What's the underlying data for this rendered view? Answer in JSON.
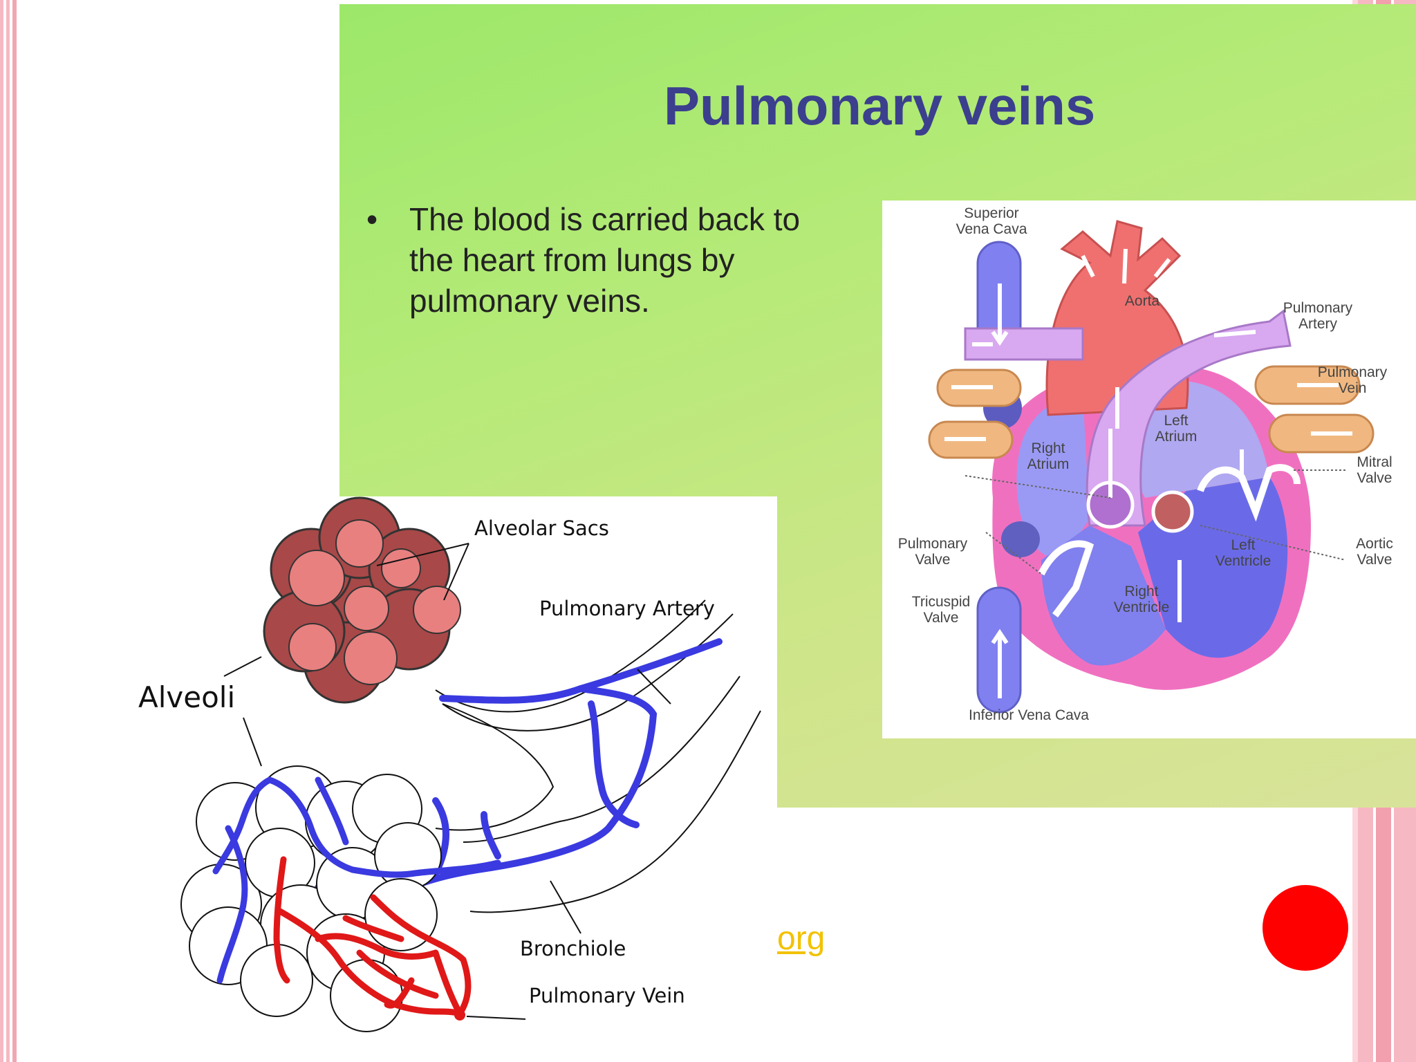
{
  "slide": {
    "title": "Pulmonary veins",
    "bullet_symbol": "•",
    "bullets": [
      "The blood is carried back to the heart from lungs by pulmonary veins."
    ],
    "link_text": "org"
  },
  "heart_diagram": {
    "labels": {
      "superior_1": "Superior",
      "superior_2": "Vena Cava",
      "aorta": "Aorta",
      "pa_1": "Pulmonary",
      "pa_2": "Artery",
      "pv_1": "Pulmonary",
      "pv_2": "Vein",
      "la_1": "Left",
      "la_2": "Atrium",
      "ra_1": "Right",
      "ra_2": "Atrium",
      "mitral_1": "Mitral",
      "mitral_2": "Valve",
      "pvalve_1": "Pulmonary",
      "pvalve_2": "Valve",
      "aortic_1": "Aortic",
      "aortic_2": "Valve",
      "lv_1": "Left",
      "lv_2": "Ventricle",
      "rv_1": "Right",
      "rv_2": "Ventricle",
      "tri_1": "Tricuspid",
      "tri_2": "Valve",
      "ivc": "Inferior Vena Cava"
    },
    "colors": {
      "vein_blue": "#8080f0",
      "artery_red": "#f07070",
      "pulm_artery": "#d8a8f0",
      "pulm_vein": "#f0b880",
      "heart_wall": "#f070c0"
    }
  },
  "alveoli_diagram": {
    "labels": {
      "alveolar_sacs": "Alveolar Sacs",
      "pulmonary_artery": "Pulmonary Artery",
      "alveoli": "Alveoli",
      "bronchiole": "Bronchiole",
      "pulmonary_vein": "Pulmonary Vein"
    },
    "colors": {
      "sac_dark": "#a84848",
      "sac_light": "#e88080",
      "artery_blue": "#3a3ae0",
      "vein_red": "#e01818"
    }
  }
}
